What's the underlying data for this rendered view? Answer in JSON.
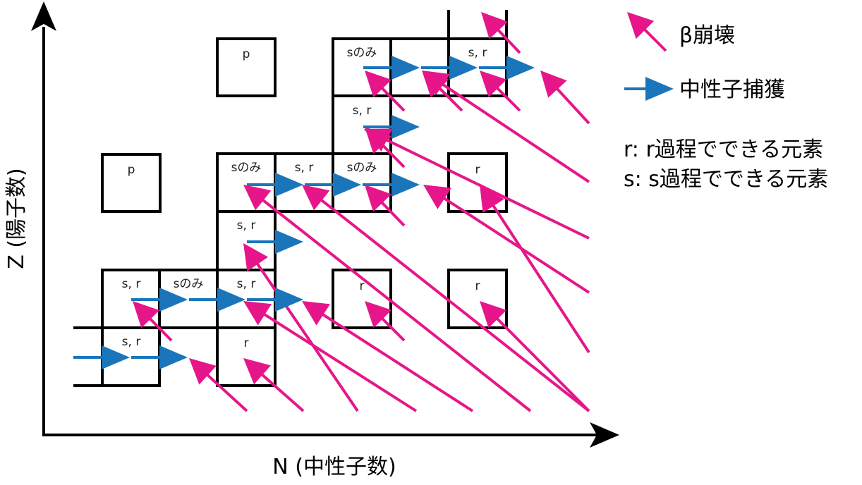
{
  "axes": {
    "x_label": "N (中性子数)",
    "y_label": "Z (陽子数)"
  },
  "legend": {
    "beta_decay": "β崩壊",
    "neutron_capture": "中性子捕獲",
    "r_note": "r: r過程でできる元素",
    "s_note": "s: s過程でできる元素"
  },
  "cells": {
    "p_top": "p",
    "p_left": "p",
    "r1_c6": "sのみ",
    "r1_c8": "s, r",
    "r2_c6": "s, r",
    "r3_c4": "sのみ",
    "r3_c5": "s, r",
    "r3_c6": "sのみ",
    "r3_c8": "r",
    "r4_c4": "s, r",
    "r5_c2": "s, r",
    "r5_c3": "sのみ",
    "r5_c4": "s, r",
    "r5_c6": "r",
    "r5_c8": "r",
    "r6_c2": "s, r",
    "r6_c4": "r"
  },
  "colors": {
    "beta_decay": "#e6168a",
    "neutron_capture": "#1b75bb",
    "lines": "#000000"
  }
}
